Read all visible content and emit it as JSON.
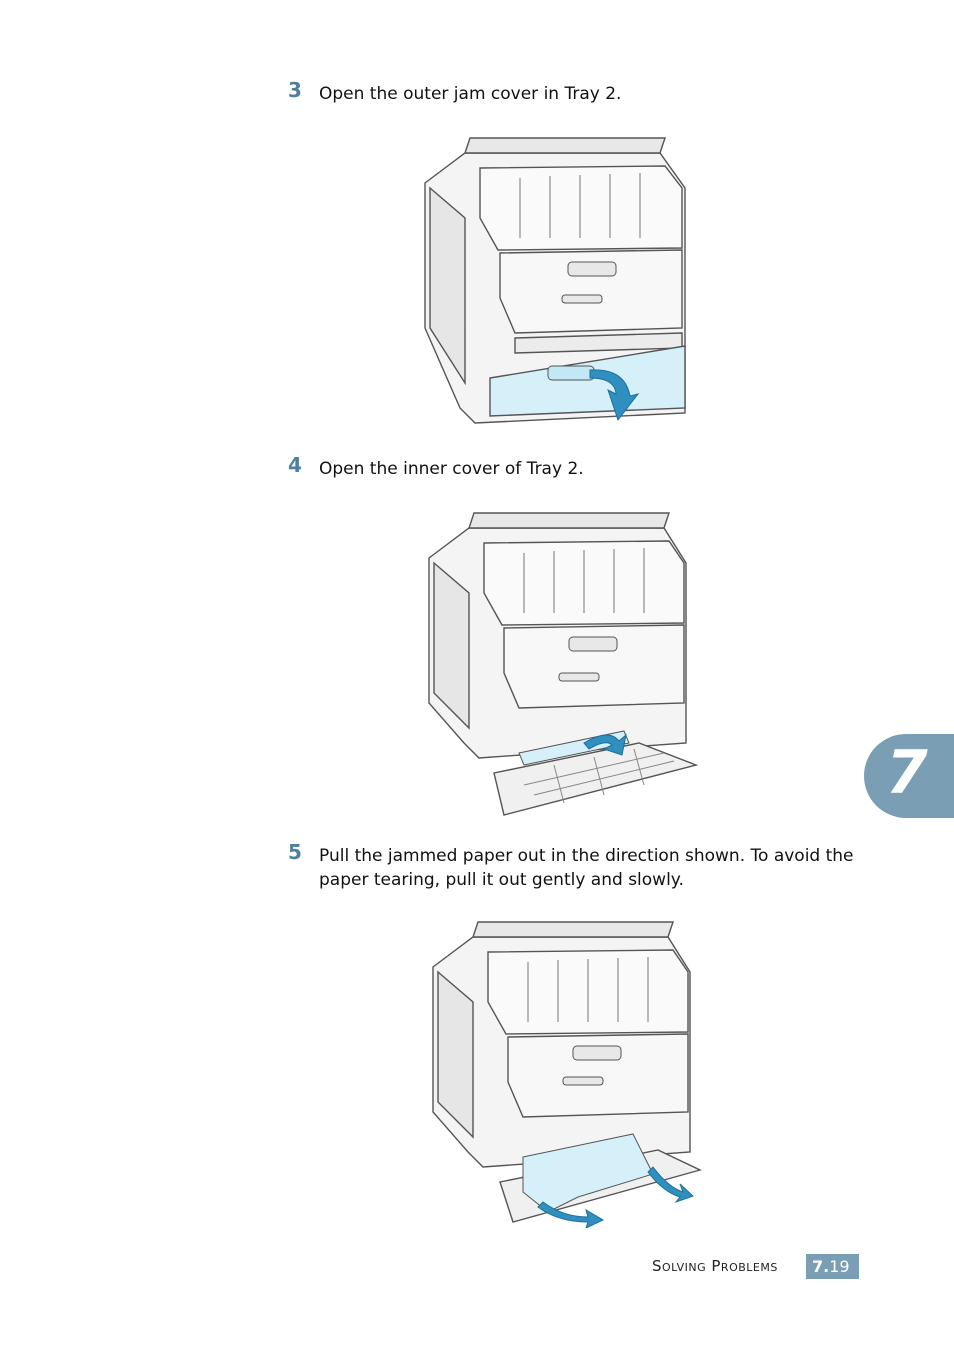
{
  "steps": [
    {
      "number": "3",
      "text": "Open the outer jam cover in Tray 2."
    },
    {
      "number": "4",
      "text": "Open the inner cover of Tray 2."
    },
    {
      "number": "5",
      "text": "Pull the jammed paper out in the direction shown. To avoid the paper tearing, pull it out gently and slowly."
    }
  ],
  "chapter_tab": "7",
  "footer": {
    "section_title": "Solving Problems",
    "page_chapter": "7.",
    "page_number": "19"
  },
  "colors": {
    "accent": "#7a9fb4",
    "step_number": "#4f7f9c",
    "highlight": "#d6f0fa",
    "arrow": "#2f8fbf"
  }
}
